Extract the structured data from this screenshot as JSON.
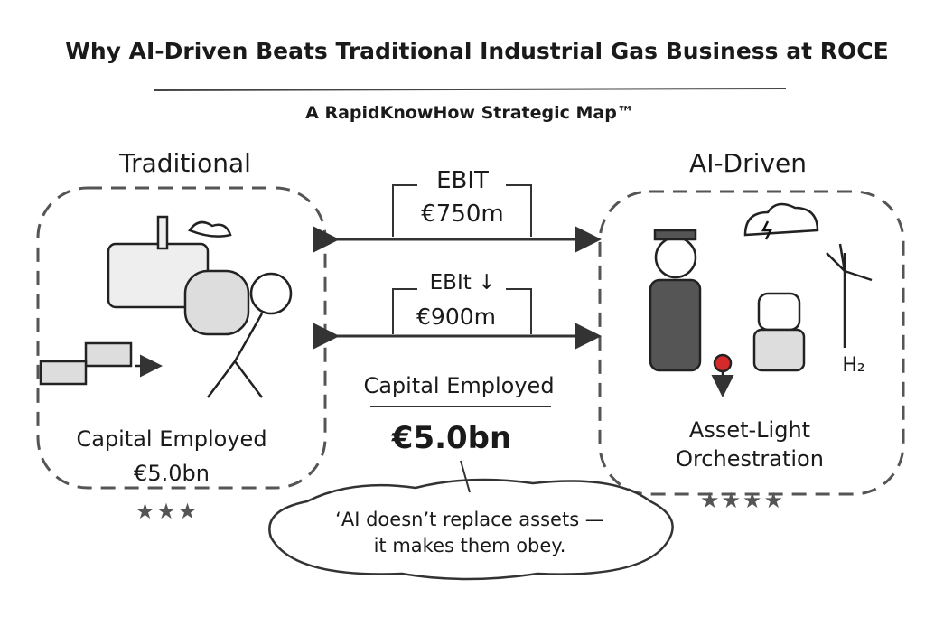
{
  "title": "Why AI-Driven Beats Traditional Industrial Gas Business at ROCE",
  "subtitle": "A RapidKnowHow Strategic Map™",
  "traditional": {
    "heading": "Traditional",
    "capital_label": "Capital Employed",
    "capital_value": "€5.0bn",
    "stars": 3
  },
  "ai_driven": {
    "heading": "AI-Driven",
    "label_line1": "Asset-Light",
    "label_line2": "Orchestration",
    "h2_label": "H₂",
    "stars": 4
  },
  "center": {
    "ebit_top_label": "EBIT",
    "ebit_top_value": "€750m",
    "ebit_bottom_label": "EBIt ↓",
    "ebit_bottom_value": "€900m",
    "capital_label": "Capital Employed",
    "capital_value": "€5.0bn"
  },
  "quote": {
    "line1": "‘AI doesn’t replace assets —",
    "line2": "it makes them obey."
  },
  "colors": {
    "ink": "#1a1a1a",
    "accent_red": "#d62a2a",
    "gray": "#555555"
  }
}
